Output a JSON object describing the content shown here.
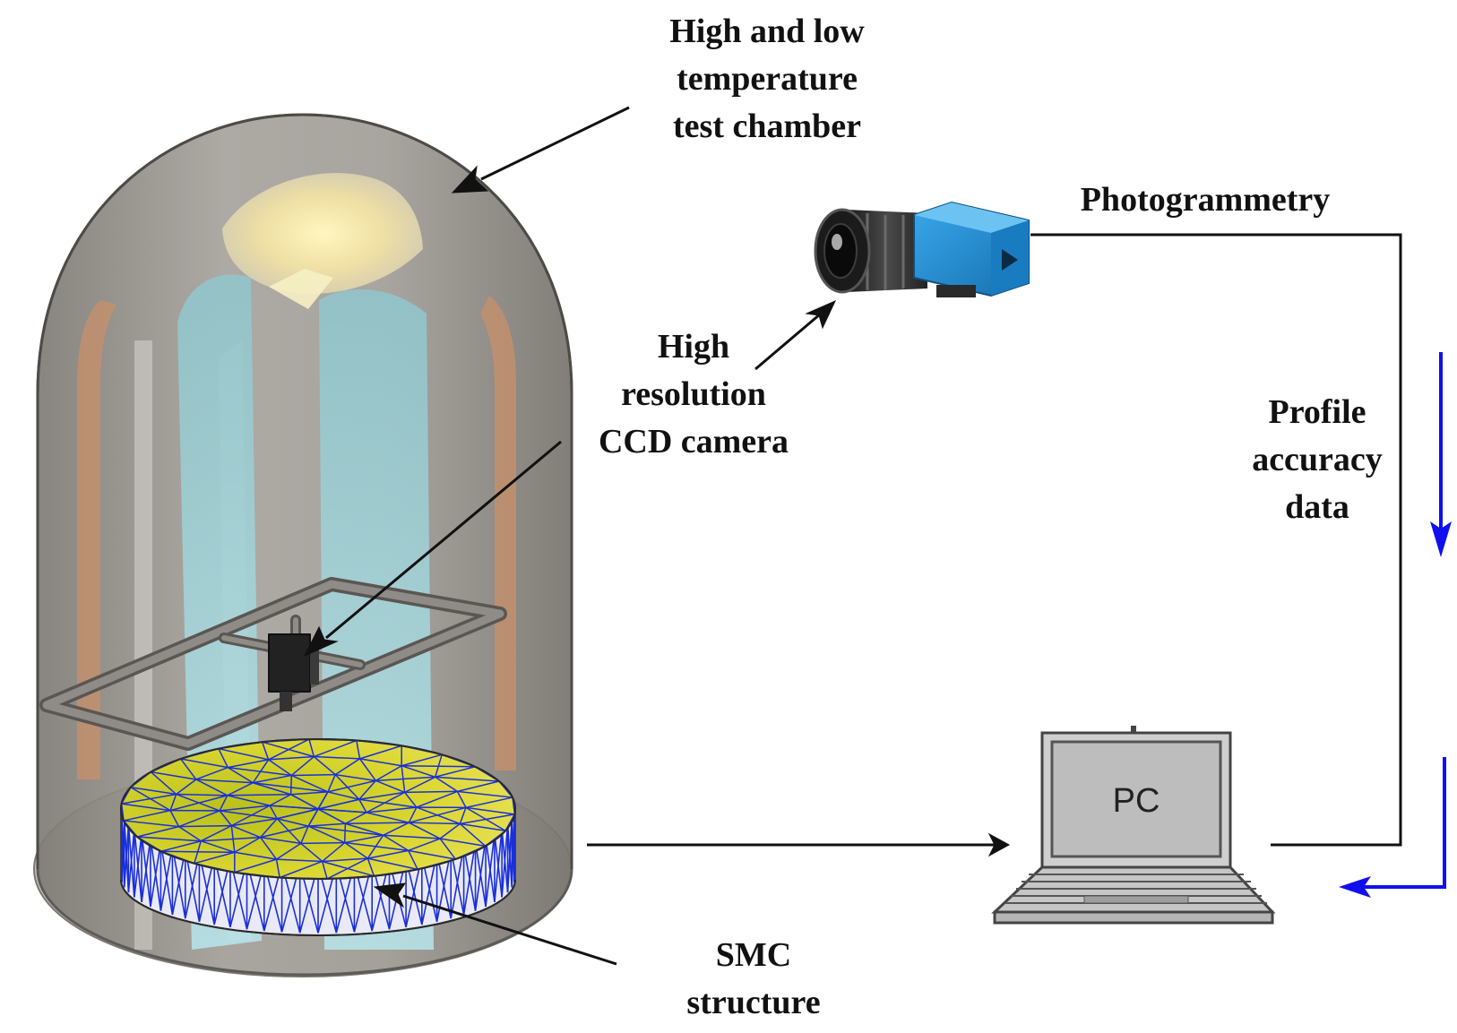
{
  "labels": {
    "chamber": [
      "High and low",
      "temperature",
      "test chamber"
    ],
    "photogrammetry": "Photogrammetry",
    "camera": [
      "High",
      "resolution",
      "CCD camera"
    ],
    "profile": [
      "Profile",
      "accuracy",
      "data"
    ],
    "smc": [
      "SMC",
      "structure"
    ],
    "pc": "PC"
  },
  "colors": {
    "flow_arrow": "#1010ee",
    "line": "#111111",
    "camera_body": "#1e90d6",
    "mesh_top": "#c9c812",
    "mesh_lines": "#1a2fd8"
  },
  "icons": [
    "ccd-camera-icon",
    "laptop-icon",
    "test-chamber-icon",
    "smc-structure-icon"
  ]
}
